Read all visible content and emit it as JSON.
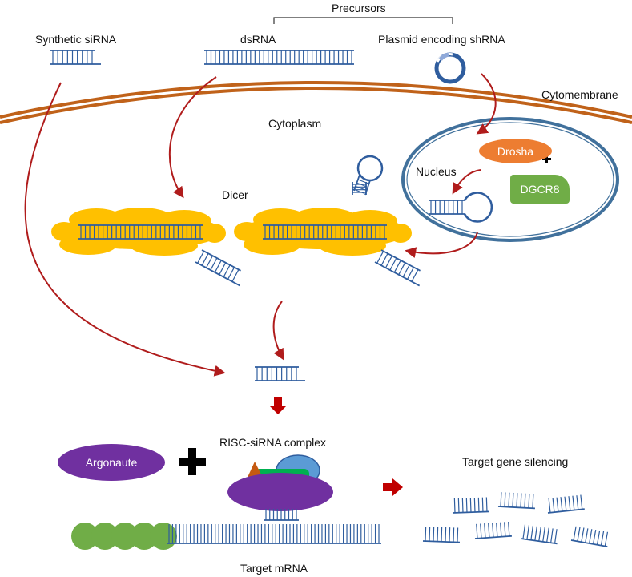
{
  "labels": {
    "precursors": "Precursors",
    "synthetic_sirna": "Synthetic siRNA",
    "dsrna": "dsRNA",
    "plasmid": "Plasmid encoding shRNA",
    "cytomembrane": "Cytomembrane",
    "cytoplasm": "Cytoplasm",
    "nucleus": "Nucleus",
    "drosha": "Drosha",
    "dgcr8": "DGCR8",
    "dicer": "Dicer",
    "risc": "RISC-siRNA complex",
    "argonaute": "Argonaute",
    "target_silencing": "Target gene silencing",
    "target_mrna": "Target mRNA"
  },
  "colors": {
    "rna_strand": "#2f5d9e",
    "arrow": "#b01c1c",
    "membrane": "#c0621a",
    "nucleus_border": "#41719c",
    "drosha": "#ed7d31",
    "dgcr8": "#70ad47",
    "dicer": "#ffc000",
    "argonaute": "#7030a0",
    "mrna_cap": "#70ad47",
    "plasmid": "#2f5d9e"
  },
  "icons": {
    "plus_small": "plus-icon",
    "plus_large": "plus-icon",
    "block_arrow_down": "block-arrow-down-icon",
    "block_arrow_right": "block-arrow-right-icon"
  }
}
